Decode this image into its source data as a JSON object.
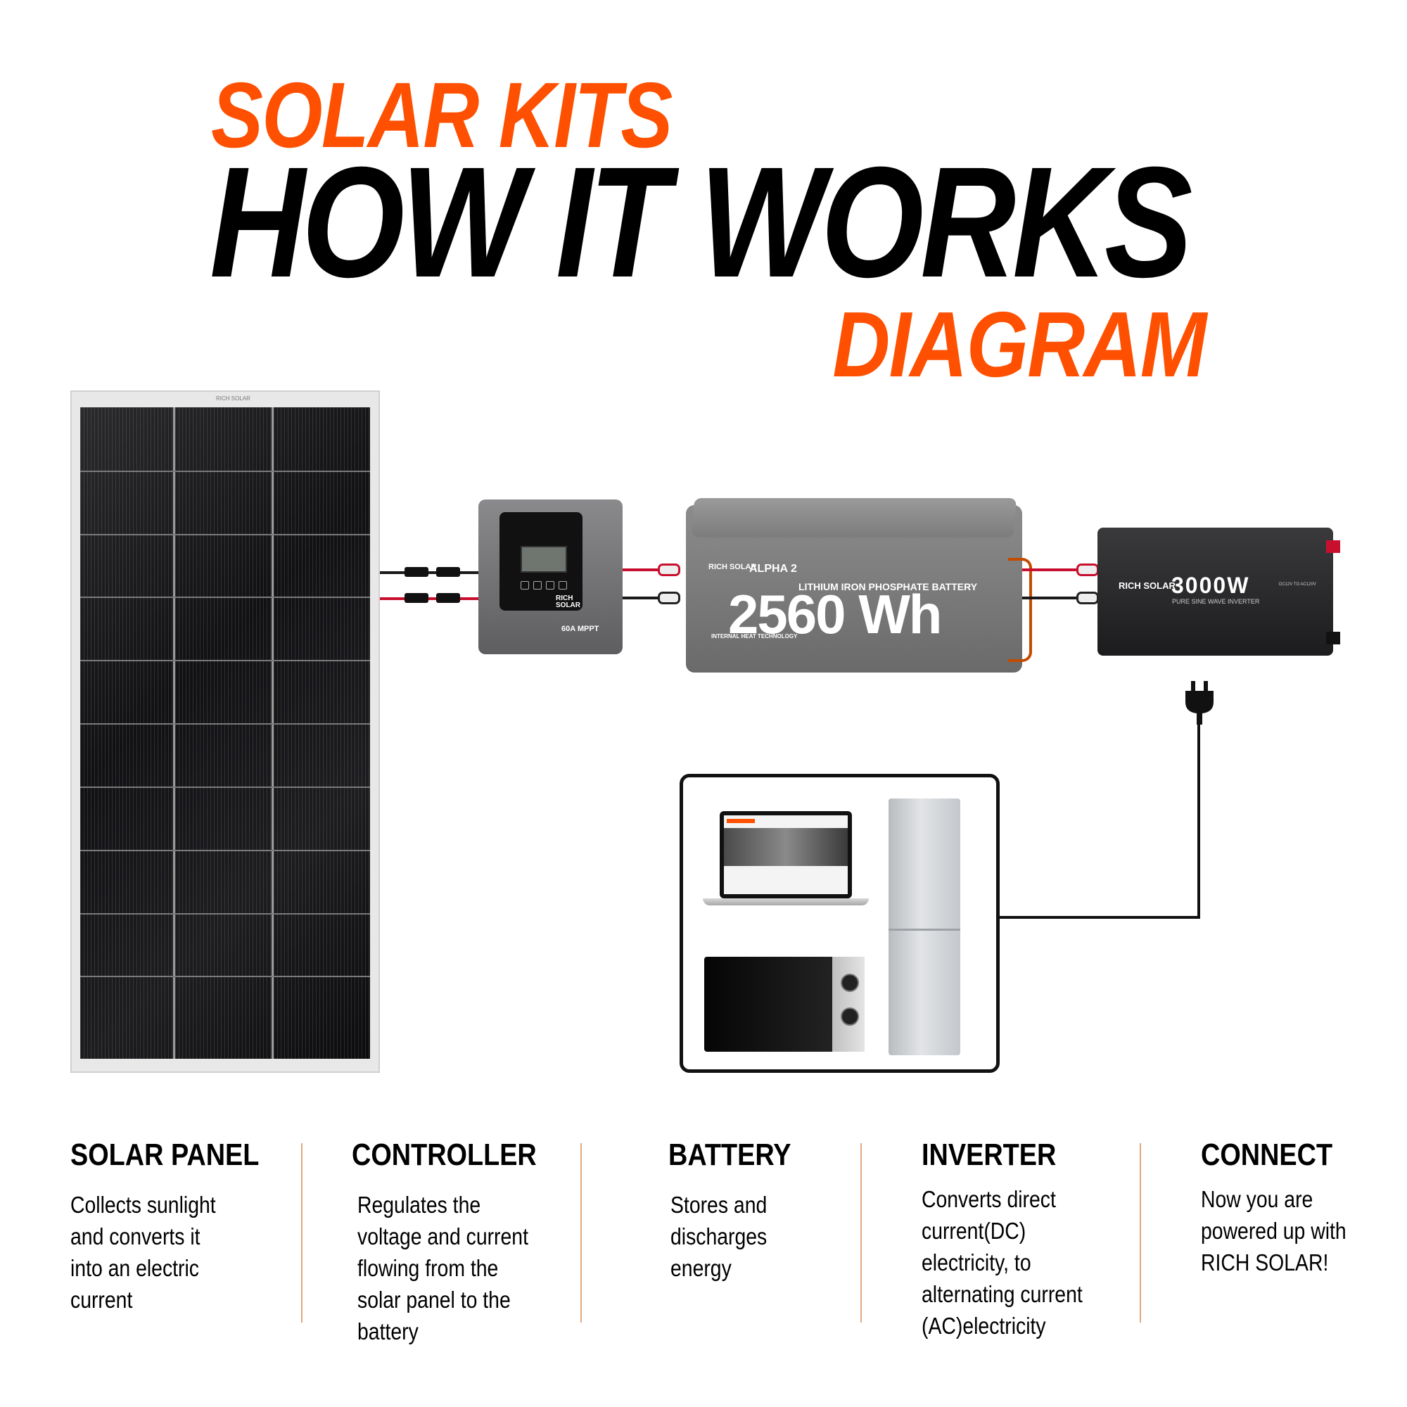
{
  "header": {
    "line1": "SOLAR KITS",
    "line2": "HOW IT WORKS",
    "line3": "DIAGRAM"
  },
  "colors": {
    "accent": "#fe5000",
    "text": "#000000",
    "divider": "#e1a680"
  },
  "components": {
    "solar_panel": {
      "logo": "RICH SOLAR"
    },
    "controller": {
      "logo": "RICH SOLAR",
      "label": "60A MPPT"
    },
    "battery": {
      "brand": "RICH SOLAR",
      "model": "ALPHA 2",
      "subtitle": "LITHIUM IRON PHOSPHATE BATTERY",
      "capacity": "2560 Wh",
      "tech": "INTERNAL HEAT TECHNOLOGY"
    },
    "inverter": {
      "logo": "RICH SOLAR",
      "power": "3000W",
      "type": "PURE SINE WAVE INVERTER",
      "spec": "DC12V TO AC120V"
    },
    "appliances": [
      "laptop",
      "refrigerator",
      "microwave"
    ],
    "icons": {
      "plug": "plug-icon"
    }
  },
  "captions": [
    {
      "title": "SOLAR PANEL",
      "lines": [
        "Collects sunlight",
        "and converts it",
        "into an electric",
        "current"
      ]
    },
    {
      "title": "CONTROLLER",
      "lines": [
        "Regulates the",
        "voltage and current",
        "flowing from the",
        "solar panel to the",
        "battery"
      ]
    },
    {
      "title": "BATTERY",
      "lines": [
        "Stores and",
        "discharges",
        "energy"
      ]
    },
    {
      "title": "INVERTER",
      "lines": [
        "Converts direct",
        "current(DC)",
        "electricity, to",
        "alternating current",
        "(AC)electricity"
      ]
    },
    {
      "title": "CONNECT",
      "lines": [
        "Now you are",
        "powered up with",
        "RICH SOLAR!"
      ]
    }
  ]
}
